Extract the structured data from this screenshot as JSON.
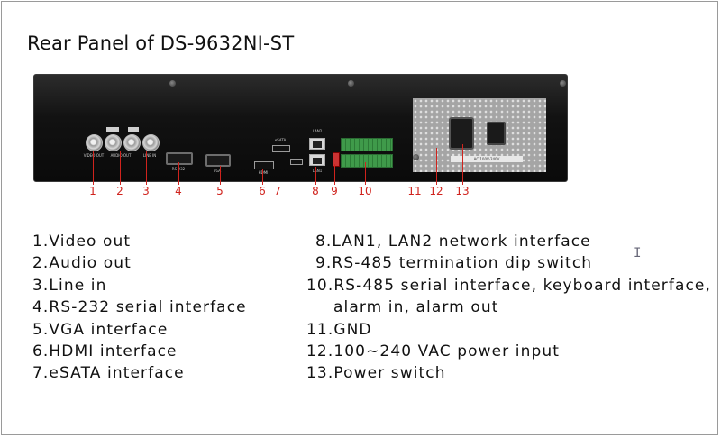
{
  "title": "Rear Panel of DS-9632NI-ST",
  "panel_labels": {
    "video_out": "VIDEO OUT",
    "audio_out": "AUDIO OUT",
    "line_in": "LINE IN",
    "rs232": "RS-232",
    "vga": "VGA",
    "hdmi": "HDMI",
    "esata": "eSATA",
    "lan2": "LAN2",
    "lan1": "LAN1",
    "power_rating": "AC 100V-240V"
  },
  "callouts": [
    "1",
    "2",
    "3",
    "4",
    "5",
    "6",
    "7",
    "8",
    "9",
    "10",
    "11",
    "12",
    "13"
  ],
  "legend_left": [
    "1.Video out",
    "2.Audio out",
    "3.Line in",
    "4.RS-232 serial interface",
    "5.VGA interface",
    "6.HDMI interface",
    "7.eSATA interface"
  ],
  "legend_right": [
    "8.LAN1, LAN2 network interface",
    "9.RS-485 termination dip switch",
    "10.RS-485 serial interface, keyboard interface,",
    "alarm in, alarm out",
    "11.GND",
    "12.100~240 VAC power input",
    "13.Power switch"
  ],
  "cursor_glyph": "I",
  "colors": {
    "callout": "#d0231d",
    "panel": "#121212",
    "terminal": "#3f9a4a"
  }
}
